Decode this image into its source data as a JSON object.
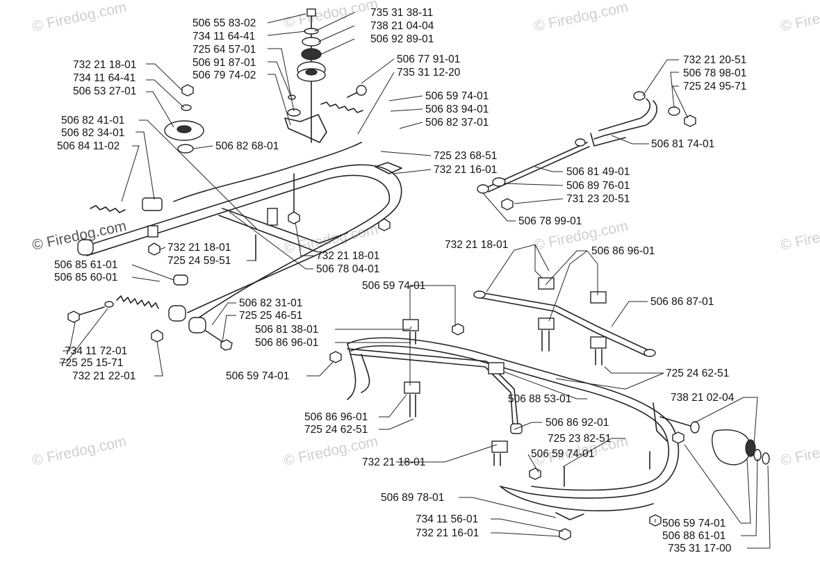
{
  "watermark": {
    "text": "© Firedog.com"
  },
  "labels": [
    {
      "id": "L01",
      "text": "506 55 83-02"
    },
    {
      "id": "L02",
      "text": "734 11 64-41"
    },
    {
      "id": "L03",
      "text": "725 64 57-01"
    },
    {
      "id": "L04",
      "text": "506 91 87-01"
    },
    {
      "id": "L05",
      "text": "506 79 74-02"
    },
    {
      "id": "L06",
      "text": "735 31 38-11"
    },
    {
      "id": "L07",
      "text": "738 21 04-04"
    },
    {
      "id": "L08",
      "text": "506 92 89-01"
    },
    {
      "id": "L09",
      "text": "506 77 91-01"
    },
    {
      "id": "L10",
      "text": "735 31 12-20"
    },
    {
      "id": "L11",
      "text": "732 21 18-01"
    },
    {
      "id": "L12",
      "text": "734 11 64-41"
    },
    {
      "id": "L13",
      "text": "506 53 27-01"
    },
    {
      "id": "L14",
      "text": "506 82 41-01"
    },
    {
      "id": "L15",
      "text": "506 82 34-01"
    },
    {
      "id": "L16",
      "text": "506 84 11-02"
    },
    {
      "id": "L17",
      "text": "506 82 68-01"
    },
    {
      "id": "L18",
      "text": "506 59 74-01"
    },
    {
      "id": "L19",
      "text": "506 83 94-01"
    },
    {
      "id": "L20",
      "text": "506 82 37-01"
    },
    {
      "id": "L21",
      "text": "725 23 68-51"
    },
    {
      "id": "L22",
      "text": "732 21 16-01"
    },
    {
      "id": "L23",
      "text": "732 21 20-51"
    },
    {
      "id": "L24",
      "text": "506 78 98-01"
    },
    {
      "id": "L25",
      "text": "725 24 95-71"
    },
    {
      "id": "L26",
      "text": "506 81 74-01"
    },
    {
      "id": "L27",
      "text": "506 81 49-01"
    },
    {
      "id": "L28",
      "text": "506 89 76-01"
    },
    {
      "id": "L29",
      "text": "731 23 20-51"
    },
    {
      "id": "L30",
      "text": "506 78 99-01"
    },
    {
      "id": "L31",
      "text": "732 21 18-01"
    },
    {
      "id": "L32",
      "text": "725 24 59-51"
    },
    {
      "id": "L33",
      "text": "732 21 18-01"
    },
    {
      "id": "L34",
      "text": "506 78 04-01"
    },
    {
      "id": "L35",
      "text": "506 85 61-01"
    },
    {
      "id": "L36",
      "text": "506 85 60-01"
    },
    {
      "id": "L37",
      "text": "732 21 18-01"
    },
    {
      "id": "L38",
      "text": "506 86 96-01"
    },
    {
      "id": "L39",
      "text": "506 59 74-01"
    },
    {
      "id": "L40",
      "text": "506 86 87-01"
    },
    {
      "id": "L41",
      "text": "506 82 31-01"
    },
    {
      "id": "L42",
      "text": "725 25 46-51"
    },
    {
      "id": "L43",
      "text": "506 81 38-01"
    },
    {
      "id": "L44",
      "text": "506 86 96-01"
    },
    {
      "id": "L45",
      "text": "734 11 72-01"
    },
    {
      "id": "L46",
      "text": "725 25 15-71"
    },
    {
      "id": "L47",
      "text": "732 21 22-01"
    },
    {
      "id": "L48",
      "text": "506 59 74-01"
    },
    {
      "id": "L49",
      "text": "725 24 62-51"
    },
    {
      "id": "L50",
      "text": "506 88 53-01"
    },
    {
      "id": "L51",
      "text": "738 21 02-04"
    },
    {
      "id": "L52",
      "text": "506 86 96-01"
    },
    {
      "id": "L53",
      "text": "725 24 62-51"
    },
    {
      "id": "L54",
      "text": "506 86 92-01"
    },
    {
      "id": "L55",
      "text": "725 23 82-51"
    },
    {
      "id": "L56",
      "text": "732 21 18-01"
    },
    {
      "id": "L57",
      "text": "506 59 74-01"
    },
    {
      "id": "L58",
      "text": "506 89 78-01"
    },
    {
      "id": "L59",
      "text": "734 11 56-01"
    },
    {
      "id": "L60",
      "text": "732 21 16-01"
    },
    {
      "id": "L61",
      "text": "506 59 74-01"
    },
    {
      "id": "L62",
      "text": "506 88 61-01"
    },
    {
      "id": "L63",
      "text": "735 31 17-00"
    }
  ]
}
